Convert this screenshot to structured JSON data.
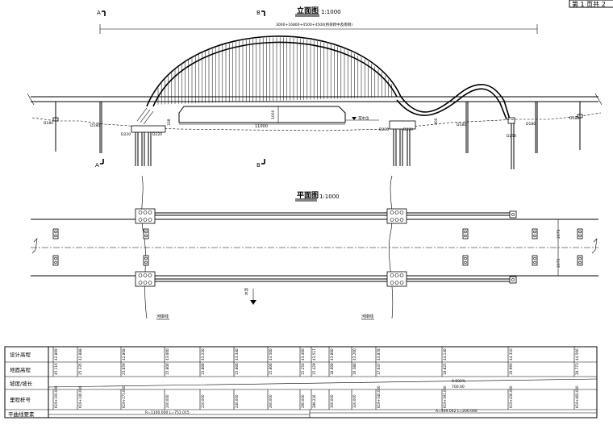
{
  "sheet": {
    "label": "第 1 页共 2"
  },
  "elevation": {
    "title": "立面图",
    "scale": "1:1000",
    "total_dim": "3000+16800+4500+4500(桥梁跨中及南侧)",
    "section_a": "A",
    "section_b": "B",
    "clear_span": "11000",
    "clear_height": "1000",
    "water_level": "常水位",
    "dims": {
      "left_small": "338",
      "right_small": "300"
    },
    "pier_labels": [
      "D180",
      "D180",
      "D220",
      "D220",
      "D220",
      "D220",
      "D180",
      "D250",
      "D180",
      "D180"
    ]
  },
  "plan": {
    "title": "平面图",
    "scale": "1:1000",
    "shore_left": "河岸线",
    "shore_right": "河岸线",
    "flow_label": "水流",
    "width_top": "2075",
    "width_bottom": "2075"
  },
  "table": {
    "row_headers": [
      "设计高程",
      "地面高程",
      "坡度/坡长",
      "里程桩号",
      "平曲线要素"
    ],
    "design_elev": [
      "42.869",
      "42.888",
      "42.868",
      "43.000",
      "43.220",
      "43.340",
      "43.500",
      "43.460",
      "43.517",
      "43.800",
      "43.200",
      "43.878",
      "44.140",
      "44.310",
      "44.566"
    ],
    "ground_elev": [
      "45.116",
      "25.335",
      "23.859",
      "15.800",
      "15.800",
      "15.800",
      "15.800",
      "15.254",
      "15.429",
      "18.000",
      "16.380",
      "17.647",
      "18.825",
      "19.966",
      "20.773"
    ],
    "slope": "0.602%",
    "slope_length": "700.00",
    "stations": [
      "K19+100.000",
      "K19+140.000",
      "K19+173.000",
      "200.000",
      "220.000",
      "240.000",
      "260.000",
      "280.000",
      "286.226",
      "300.000",
      "320.000",
      "K19+340.000",
      "K19+391.000",
      "K19+436.000",
      "K19+460.000"
    ],
    "curve_left": "R=1100.000  L=751.015",
    "curve_right": "A=469.042  L=200.000"
  }
}
